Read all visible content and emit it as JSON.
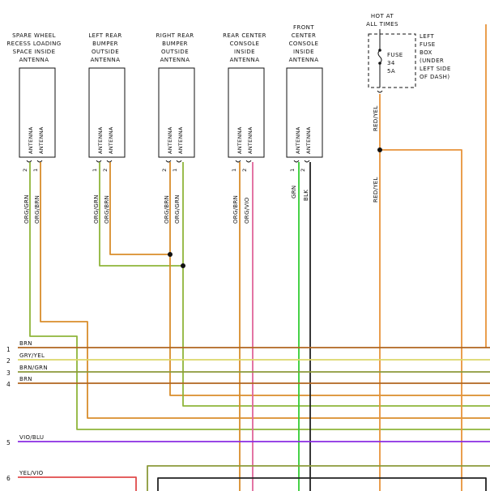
{
  "colors": {
    "org_brn": "#d98d2b",
    "org_grn": "#8fb53a",
    "org_vio": "#e0659a",
    "grn": "#33cc33",
    "blk": "#222222",
    "red_yel": "#e8933a",
    "brn": "#b0651f",
    "gry_yel": "#dcd76a",
    "brn_grn": "#8b9a3a",
    "vio_blu": "#8a2be2",
    "yel_vio": "#e04b4b",
    "line": "#111111"
  },
  "components": [
    {
      "id": "spare",
      "title": [
        "SPARE WHEEL",
        "RECESS LOADING",
        "SPACE INSIDE",
        "ANTENNA"
      ],
      "pins": [
        "2",
        "1"
      ],
      "labels": [
        "ANTENNA",
        "ANTENNA"
      ],
      "wires": [
        "ORG/GRN",
        "ORG/BRN"
      ]
    },
    {
      "id": "left-rear",
      "title": [
        "LEFT REAR",
        "BUMPER",
        "OUTSIDE",
        "ANTENNA"
      ],
      "pins": [
        "1",
        "2"
      ],
      "labels": [
        "ANTENNA",
        "ANTENNA"
      ],
      "wires": [
        "ORG/GRN",
        "ORG/BRN"
      ]
    },
    {
      "id": "right-rear",
      "title": [
        "RIGHT REAR",
        "BUMPER",
        "OUTSIDE",
        "ANTENNA"
      ],
      "pins": [
        "2",
        "1"
      ],
      "labels": [
        "ANTENNA",
        "ANTENNA"
      ],
      "wires": [
        "ORG/BRN",
        "ORG/GRN"
      ]
    },
    {
      "id": "rear-center",
      "title": [
        "REAR CENTER",
        "CONSOLE",
        "INSIDE",
        "ANTENNA"
      ],
      "pins": [
        "1",
        "2"
      ],
      "labels": [
        "ANTENNA",
        "ANTENNA"
      ],
      "wires": [
        "ORG/BRN",
        "ORG/VIO"
      ]
    },
    {
      "id": "front-center",
      "title": [
        "FRONT",
        "CENTER",
        "CONSOLE",
        "INSIDE",
        "ANTENNA"
      ],
      "pins": [
        "1",
        "2"
      ],
      "labels": [
        "ANTENNA",
        "ANTENNA"
      ],
      "wires": [
        "GRN",
        "BLK"
      ]
    }
  ],
  "fuse": {
    "hot_label": [
      "HOT AT",
      "ALL TIMES"
    ],
    "box_label": [
      "LEFT",
      "FUSE",
      "BOX",
      "(UNDER",
      "LEFT SIDE",
      "OF DASH)"
    ],
    "fuse_label": [
      "FUSE",
      "34",
      "5A"
    ],
    "wire_top": "RED/YEL",
    "wire_bottom": "RED/YEL"
  },
  "bus": [
    {
      "num": "1",
      "label": "BRN"
    },
    {
      "num": "2",
      "label": "GRY/YEL"
    },
    {
      "num": "3",
      "label": "BRN/GRN"
    },
    {
      "num": "4",
      "label": "BRN"
    },
    {
      "num": "5",
      "label": "VIO/BLU"
    },
    {
      "num": "6",
      "label": "YEL/VIO"
    }
  ]
}
